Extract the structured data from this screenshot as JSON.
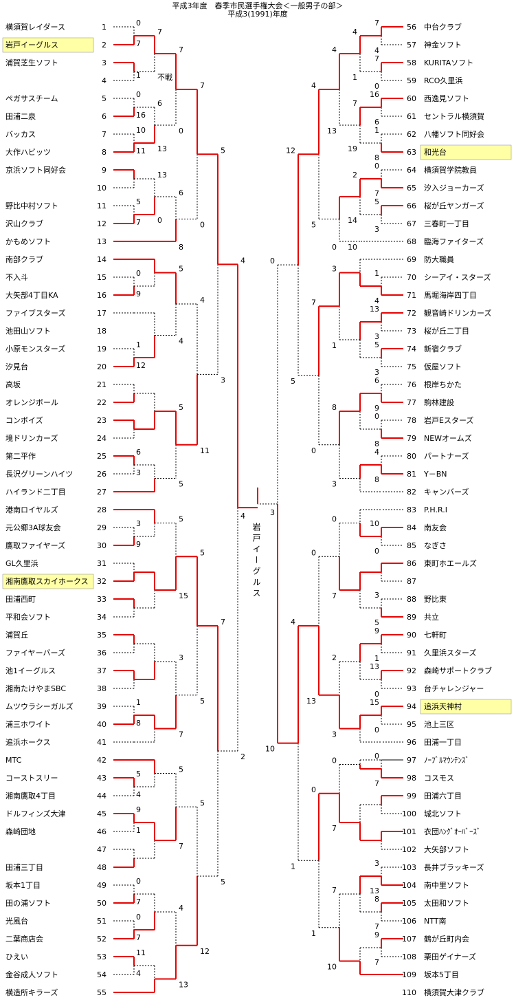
{
  "title1": "平成3年度　春季市民選手権大会＜一般男子の部＞",
  "title2": "平成3(1991)年度",
  "champion": "岩戸イーグルス",
  "highlight_color": "#ffffa6",
  "win_color": "#e60000",
  "left": [
    {
      "n": 1,
      "name": "横須賀レイダース"
    },
    {
      "n": 2,
      "name": "岩戸イーグルス",
      "hl": true
    },
    {
      "n": 3,
      "name": "浦賀芝生ソフト"
    },
    {
      "n": 4,
      "name": ""
    },
    {
      "n": 5,
      "name": "ペガサスチーム"
    },
    {
      "n": 6,
      "name": "田浦二泉"
    },
    {
      "n": 7,
      "name": "バッカス"
    },
    {
      "n": 8,
      "name": "大作ハビッツ"
    },
    {
      "n": 9,
      "name": "京浜ソフト同好会"
    },
    {
      "n": 10,
      "name": ""
    },
    {
      "n": 11,
      "name": "野比中村ソフト"
    },
    {
      "n": 12,
      "name": "沢山クラブ"
    },
    {
      "n": 13,
      "name": "かもめソフト"
    },
    {
      "n": 14,
      "name": "南部クラブ"
    },
    {
      "n": 15,
      "name": "不入斗"
    },
    {
      "n": 16,
      "name": "大矢部4丁目KA"
    },
    {
      "n": 17,
      "name": "ファイブスターズ"
    },
    {
      "n": 18,
      "name": "池田山ソフト"
    },
    {
      "n": 19,
      "name": "小原モンスターズ"
    },
    {
      "n": 20,
      "name": "汐見台"
    },
    {
      "n": 21,
      "name": "高坂"
    },
    {
      "n": 22,
      "name": "オレンジボール"
    },
    {
      "n": 23,
      "name": "コンボイズ"
    },
    {
      "n": 24,
      "name": "境ドリンカーズ"
    },
    {
      "n": 25,
      "name": "第二平作"
    },
    {
      "n": 26,
      "name": "長沢グリーンハイツ"
    },
    {
      "n": 27,
      "name": "ハイランド二丁目"
    },
    {
      "n": 28,
      "name": "港南ロイヤルズ"
    },
    {
      "n": 29,
      "name": "元公郷3A球友会"
    },
    {
      "n": 30,
      "name": "鷹取ファイヤーズ"
    },
    {
      "n": 31,
      "name": "GL久里浜"
    },
    {
      "n": 32,
      "name": "湘南鷹取スカイホークス",
      "hl": true
    },
    {
      "n": 33,
      "name": "田浦西町"
    },
    {
      "n": 34,
      "name": "平和会ソフト"
    },
    {
      "n": 35,
      "name": "浦賀丘"
    },
    {
      "n": 36,
      "name": "ファイヤーバーズ"
    },
    {
      "n": 37,
      "name": "池1イーグルス"
    },
    {
      "n": 38,
      "name": "湘南たけやまSBC"
    },
    {
      "n": 39,
      "name": "ムツウラシーガルズ"
    },
    {
      "n": 40,
      "name": "浦三ホワイト"
    },
    {
      "n": 41,
      "name": "追浜ホークス"
    },
    {
      "n": 42,
      "name": "MTC"
    },
    {
      "n": 43,
      "name": "コーストスリー"
    },
    {
      "n": 44,
      "name": "湘南鷹取4丁目"
    },
    {
      "n": 45,
      "name": "ドルフィンズ大津"
    },
    {
      "n": 46,
      "name": "森崎団地"
    },
    {
      "n": 47,
      "name": ""
    },
    {
      "n": 48,
      "name": "田浦三丁目"
    },
    {
      "n": 49,
      "name": "坂本1丁目"
    },
    {
      "n": 50,
      "name": "田の浦ソフト"
    },
    {
      "n": 51,
      "name": "光風台"
    },
    {
      "n": 52,
      "name": "二葉商店会"
    },
    {
      "n": 53,
      "name": "ひえい"
    },
    {
      "n": 54,
      "name": "金谷成人ソフト"
    },
    {
      "n": 55,
      "name": "横造所キラーズ"
    }
  ],
  "right": [
    {
      "n": 56,
      "name": "中台クラブ"
    },
    {
      "n": 57,
      "name": "神金ソフト"
    },
    {
      "n": 58,
      "name": "KURITAソフト"
    },
    {
      "n": 59,
      "name": "RCO久里浜"
    },
    {
      "n": 60,
      "name": "西逸見ソフト"
    },
    {
      "n": 61,
      "name": "セントラル横須賀"
    },
    {
      "n": 62,
      "name": "八幡ソフト同好会"
    },
    {
      "n": 63,
      "name": "和光台",
      "hl": true
    },
    {
      "n": 64,
      "name": "横須賀学院教員"
    },
    {
      "n": 65,
      "name": "汐入ジョーカーズ"
    },
    {
      "n": 66,
      "name": "桜が丘ヤンガーズ"
    },
    {
      "n": 67,
      "name": "三春町一丁目"
    },
    {
      "n": 68,
      "name": "臨海ファイターズ"
    },
    {
      "n": 69,
      "name": "防大職員"
    },
    {
      "n": 70,
      "name": "シーアイ・スターズ"
    },
    {
      "n": 71,
      "name": "馬堀海岸四丁目"
    },
    {
      "n": 72,
      "name": "観音崎ドリンカーズ"
    },
    {
      "n": 73,
      "name": "桜が丘二丁目"
    },
    {
      "n": 74,
      "name": "新宿クラブ"
    },
    {
      "n": 75,
      "name": "仮屋ソフト"
    },
    {
      "n": 76,
      "name": "根岸ちかた"
    },
    {
      "n": 77,
      "name": "駒林建設"
    },
    {
      "n": 78,
      "name": "岩戸Eスターズ"
    },
    {
      "n": 79,
      "name": "NEWオームズ"
    },
    {
      "n": 80,
      "name": "パートナーズ"
    },
    {
      "n": 81,
      "name": "Y－BN"
    },
    {
      "n": 82,
      "name": "キャンバーズ"
    },
    {
      "n": 83,
      "name": "P.H.R.I"
    },
    {
      "n": 84,
      "name": "南友会"
    },
    {
      "n": 85,
      "name": "なぎさ"
    },
    {
      "n": 86,
      "name": "東町ホエールズ"
    },
    {
      "n": 87,
      "name": ""
    },
    {
      "n": 88,
      "name": "野比東"
    },
    {
      "n": 89,
      "name": "共立"
    },
    {
      "n": 90,
      "name": "七軒町"
    },
    {
      "n": 91,
      "name": "久里浜スターズ"
    },
    {
      "n": 92,
      "name": "森崎サポートクラブ"
    },
    {
      "n": 93,
      "name": "台チャレンジャー"
    },
    {
      "n": 94,
      "name": "追浜天神村",
      "hl": true
    },
    {
      "n": 95,
      "name": "池上三区"
    },
    {
      "n": 96,
      "name": "田浦一丁目"
    },
    {
      "n": 97,
      "name": "ﾉｰﾌﾞﾙﾏｳﾝﾃﾝｽﾞ"
    },
    {
      "n": 98,
      "name": "コスモス"
    },
    {
      "n": 99,
      "name": "田浦六丁目"
    },
    {
      "n": 100,
      "name": "城北ソフト"
    },
    {
      "n": 101,
      "name": "衣団ﾊﾝｸﾞｵｰﾊﾞｰｽﾞ"
    },
    {
      "n": 102,
      "name": "大矢部ソフト"
    },
    {
      "n": 103,
      "name": "長井ブラッキーズ"
    },
    {
      "n": 104,
      "name": "南中里ソフト"
    },
    {
      "n": 105,
      "name": "太田和ソフト"
    },
    {
      "n": 106,
      "name": "NTT南"
    },
    {
      "n": 107,
      "name": "鶴が丘町内会"
    },
    {
      "n": 108,
      "name": "栗田ゲイナーズ"
    },
    {
      "n": 109,
      "name": "坂本5丁目"
    },
    {
      "n": 110,
      "name": "横須賀大津クラブ"
    }
  ]
}
